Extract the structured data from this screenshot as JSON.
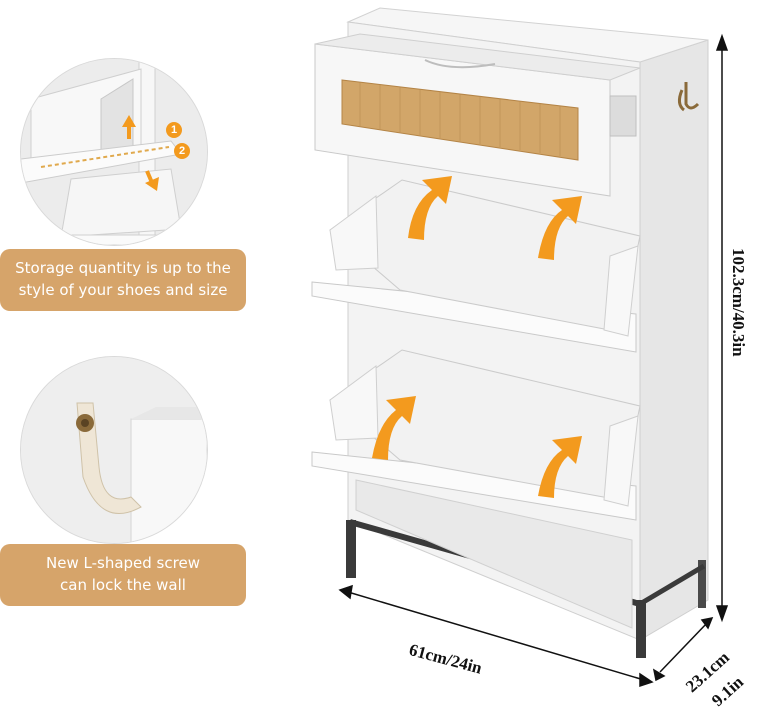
{
  "callouts": {
    "storage": {
      "line1": "Storage quantity is up to the",
      "line2": "style of your shoes and size"
    },
    "screw": {
      "line1": "New L-shaped screw",
      "line2": "can lock the wall"
    }
  },
  "badges": {
    "first": "1",
    "second": "2"
  },
  "dimensions": {
    "width": "61cm/24in",
    "height": "102.3cm/40.3in",
    "depth_cm": "23.1cm",
    "depth_in": "9.1in"
  },
  "colors": {
    "accent_orange": "#f39a1e",
    "callout_tan": "#d6a46a",
    "rattan": "#d2a669",
    "cabinet_white": "#f4f4f4",
    "leg_dark": "#3a3a3a"
  }
}
